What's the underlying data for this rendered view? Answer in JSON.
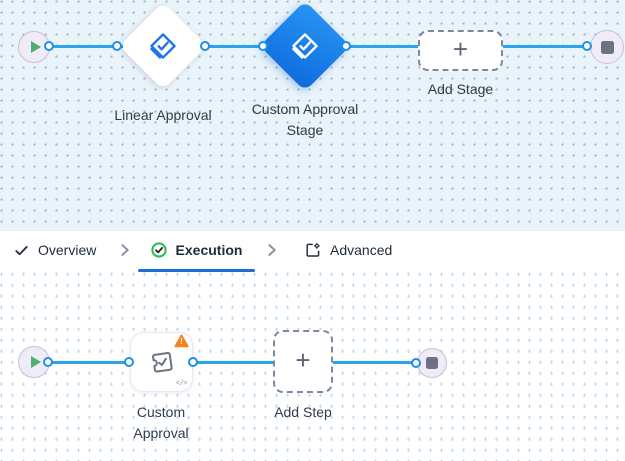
{
  "colors": {
    "connector_line": "#2ba3e8",
    "selected_stage_blue": "#1478e8",
    "active_tab_underline": "#1a6fd8",
    "warning_orange": "#f5821f",
    "success_green": "#2dbd4e",
    "play_green": "#4fae6e",
    "canvas_top_bg": "#e9f3fa"
  },
  "canvas_top": {
    "start_node": {
      "icon": "play-icon"
    },
    "stages": [
      {
        "label": "Linear Approval",
        "icon": "approval-stage-icon",
        "selected": false
      },
      {
        "label": "Custom Approval Stage",
        "icon": "approval-stage-icon",
        "selected": true
      }
    ],
    "add_stage": {
      "label": "Add Stage",
      "plus": "+"
    },
    "end_node": {
      "icon": "stop-icon"
    }
  },
  "tab_bar": {
    "tabs": [
      {
        "label": "Overview",
        "icon": "check-icon",
        "active": false
      },
      {
        "label": "Execution",
        "icon": "check-circle-icon",
        "active": true
      },
      {
        "label": "Advanced",
        "icon": "advanced-settings-icon",
        "active": false
      }
    ]
  },
  "canvas_bottom": {
    "start_node": {
      "icon": "play-icon"
    },
    "steps": [
      {
        "label": "Custom Approval",
        "icon": "approval-step-icon",
        "has_warning": true,
        "warning_glyph": "!",
        "code_glyph": "</>"
      }
    ],
    "add_step": {
      "label": "Add Step",
      "plus": "+"
    },
    "end_node": {
      "icon": "stop-icon"
    }
  }
}
